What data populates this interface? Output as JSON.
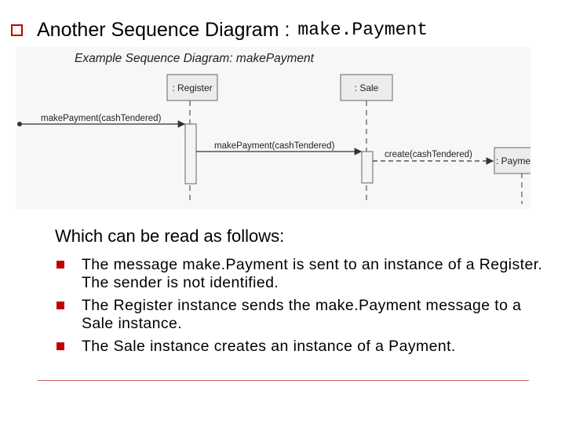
{
  "slide": {
    "title_text": "Another Sequence Diagram :",
    "title_code": "make.Payment"
  },
  "diagram": {
    "title": "Example Sequence Diagram: makePayment",
    "participants": [
      ": Register",
      ": Sale",
      ": Payment"
    ],
    "messages": [
      "makePayment(cashTendered)",
      "makePayment(cashTendered)",
      "create(cashTendered)"
    ]
  },
  "text": {
    "intro": "Which can be read as follows:",
    "bullets": [
      "The message make.Payment is sent to an instance of a Register. The sender is not identified.",
      "The Register instance sends the make.Payment message to a Sale instance.",
      "The Sale instance creates an instance of a Payment."
    ]
  },
  "colors": {
    "accent": "#c00000",
    "box_fill": "#ececec",
    "line": "#555555"
  }
}
